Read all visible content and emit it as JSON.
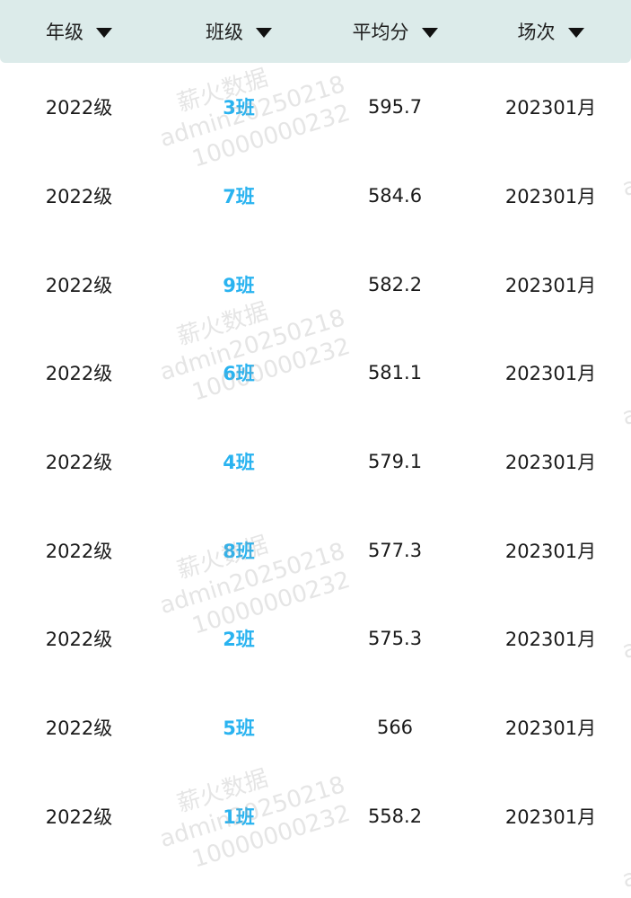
{
  "header": {
    "columns": [
      {
        "label": "年级"
      },
      {
        "label": "班级"
      },
      {
        "label": "平均分"
      },
      {
        "label": "场次"
      }
    ]
  },
  "rows": [
    {
      "grade": "2022级",
      "class": "3班",
      "avg": "595.7",
      "session": "202301月"
    },
    {
      "grade": "2022级",
      "class": "7班",
      "avg": "584.6",
      "session": "202301月"
    },
    {
      "grade": "2022级",
      "class": "9班",
      "avg": "582.2",
      "session": "202301月"
    },
    {
      "grade": "2022级",
      "class": "6班",
      "avg": "581.1",
      "session": "202301月"
    },
    {
      "grade": "2022级",
      "class": "4班",
      "avg": "579.1",
      "session": "202301月"
    },
    {
      "grade": "2022级",
      "class": "8班",
      "avg": "577.3",
      "session": "202301月"
    },
    {
      "grade": "2022级",
      "class": "2班",
      "avg": "575.3",
      "session": "202301月"
    },
    {
      "grade": "2022级",
      "class": "5班",
      "avg": "566",
      "session": "202301月"
    },
    {
      "grade": "2022级",
      "class": "1班",
      "avg": "558.2",
      "session": "202301月"
    }
  ],
  "watermark": {
    "line1": "薪火数据",
    "line2": "admin20250218",
    "line3": "10000000232",
    "color": "#a0a0a0"
  },
  "colors": {
    "header_bg": "#dcebea",
    "class_link": "#29b3f0",
    "text": "#1a1a1a"
  },
  "icons": {
    "sort": "sort-down-triangle-icon"
  }
}
